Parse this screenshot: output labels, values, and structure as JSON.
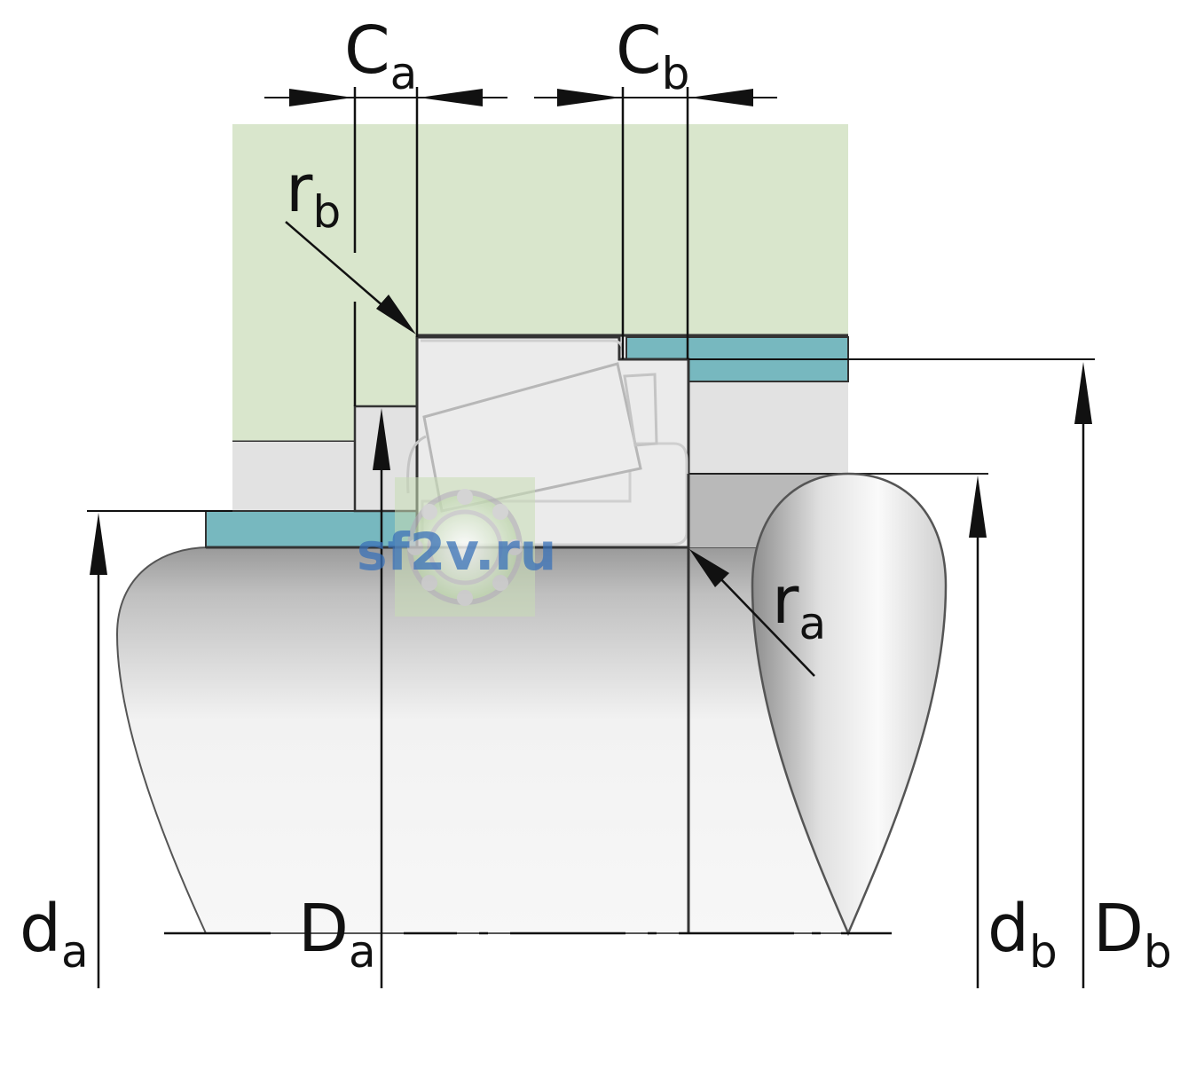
{
  "labels": {
    "ca": {
      "main": "C",
      "sub": "a"
    },
    "cb": {
      "main": "C",
      "sub": "b"
    },
    "rb": {
      "main": "r",
      "sub": "b"
    },
    "ra": {
      "main": "r",
      "sub": "a"
    },
    "da": {
      "main": "d",
      "sub": "a"
    },
    "Da": {
      "main": "D",
      "sub": "a"
    },
    "db": {
      "main": "d",
      "sub": "b"
    },
    "Db": {
      "main": "D",
      "sub": "b"
    }
  },
  "watermark": "sf2v.ru",
  "colors": {
    "housing": "#d9e6cc",
    "spacer": "#77b8bf",
    "bearing": "#ebebeb",
    "section_gray": "#e2e2e2",
    "outline": "#333333"
  }
}
